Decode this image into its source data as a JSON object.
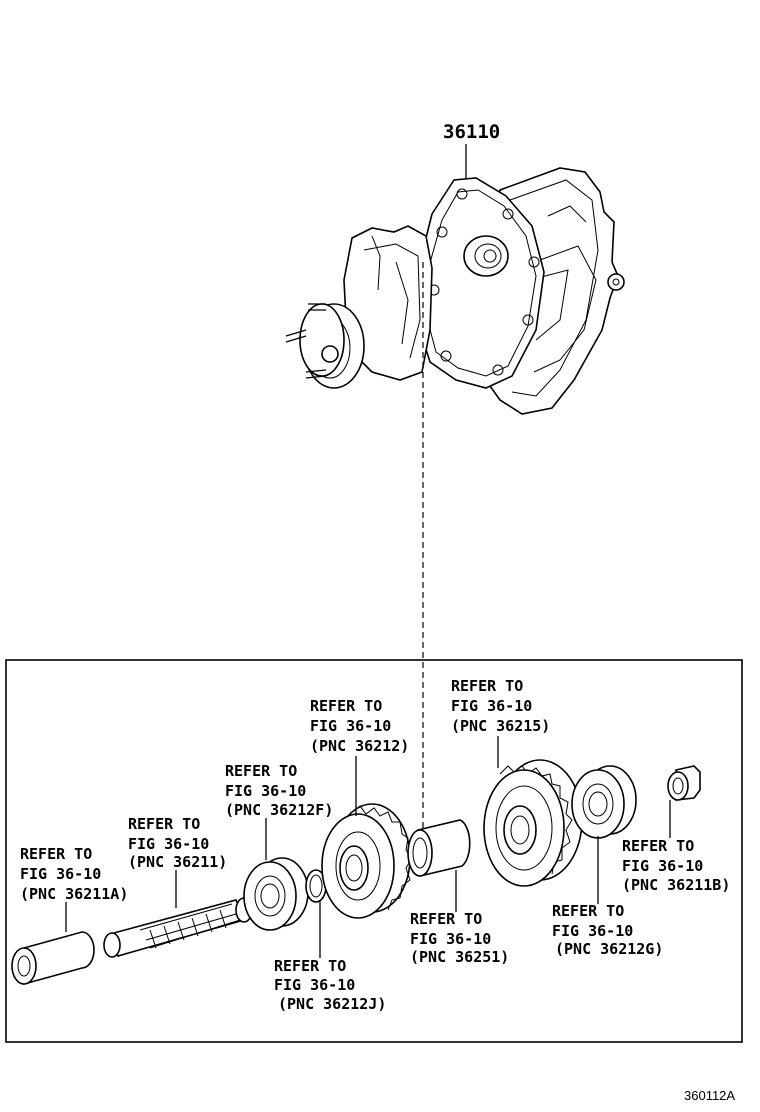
{
  "assembly": {
    "part_number": "36110"
  },
  "callouts": [
    {
      "id": "36211A",
      "line1": "REFER TO",
      "line2": "FIG 36-10",
      "line3": "(PNC 36211A)"
    },
    {
      "id": "36211",
      "line1": "REFER TO",
      "line2": "FIG 36-10",
      "line3": "(PNC 36211)"
    },
    {
      "id": "36212F",
      "line1": "REFER TO",
      "line2": "FIG 36-10",
      "line3": "(PNC 36212F)"
    },
    {
      "id": "36212",
      "line1": "REFER TO",
      "line2": "FIG 36-10",
      "line3": "(PNC 36212)"
    },
    {
      "id": "36215",
      "line1": "REFER TO",
      "line2": "FIG 36-10",
      "line3": "(PNC 36215)"
    },
    {
      "id": "36212J",
      "line1": "REFER TO",
      "line2": "FIG 36-10",
      "line3": "(PNC 36212J)"
    },
    {
      "id": "36251",
      "line1": "REFER TO",
      "line2": "FIG 36-10",
      "line3": "(PNC 36251)"
    },
    {
      "id": "36212G",
      "line1": "REFER TO",
      "line2": "FIG 36-10",
      "line3": "(PNC 36212G)"
    },
    {
      "id": "36211B",
      "line1": "REFER TO",
      "line2": "FIG 36-10",
      "line3": "(PNC 36211B)"
    }
  ],
  "figure_code": "360112A"
}
